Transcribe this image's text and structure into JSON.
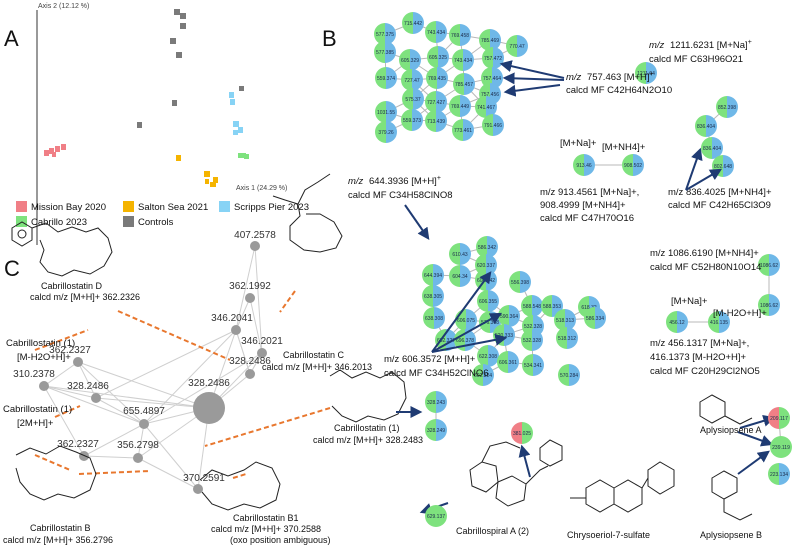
{
  "panel_a": {
    "letter": "A",
    "y_axis_label": "Axis 2 (12.12 %)",
    "x_axis_label": "Axis 1 (24.29 %)",
    "legend": [
      {
        "label": "Mission Bay 2020",
        "color": "#f07f86"
      },
      {
        "label": "Salton Sea 2021",
        "color": "#f5b400"
      },
      {
        "label": "Scripps Pier 2023",
        "color": "#87d3f5"
      },
      {
        "label": "Cabrillo 2023",
        "color": "#7ee27e"
      },
      {
        "label": "Controls",
        "color": "#7a7a7a"
      }
    ]
  },
  "panel_b": {
    "letter": "B",
    "cluster1_nodes": [
      "715.442",
      "577.375",
      "743.434",
      "769.458",
      "785.469",
      "770.47",
      "577.385",
      "605.329",
      "757.472",
      "605.325",
      "743.434",
      "769.435",
      "757.464",
      "559.374",
      "727.47",
      "785.457",
      "757.456",
      "1031.55",
      "575.37",
      "727.427",
      "769.449",
      "741.467",
      "559.373",
      "713.439",
      "791.466",
      "379.26",
      "773.461"
    ],
    "cluster2_nodes": [
      "586.342",
      "610.43",
      "620.337",
      "644.394",
      "604.34",
      "604.342",
      "556.398",
      "638.305",
      "606.355",
      "588.548",
      "588.353",
      "618.32",
      "638.308",
      "606.075",
      "576.368",
      "590.364",
      "532.328",
      "518.313",
      "586.334",
      "602.327",
      "696.378",
      "520.333",
      "532.328",
      "518.312",
      "622.308",
      "606.361",
      "534.341",
      "570.284",
      "602.324"
    ],
    "single_node": "1211.64",
    "pair_nh4_nodes": [
      "913.46",
      "908.502"
    ],
    "chain_nodes": [
      "852.398",
      "836.404",
      "836.404",
      "802.648"
    ],
    "pair_1086_nodes": [
      "1086.62",
      "1086.62"
    ],
    "pair_456_nodes": [
      "456.12",
      "416.135"
    ],
    "annotations": {
      "a1211": {
        "mz": "m/z",
        "value": "1211.6231 [M+Na]",
        "sup": "+",
        "mf": "calcd MF C63H96O21"
      },
      "a757": {
        "mz": "m/z",
        "value": "757.463 [M+H]",
        "sup": "+",
        "mf": "calcd MF C42H64N2O10"
      },
      "a644": {
        "mz": "m/z",
        "value": "644.3936 [M+H]",
        "sup": "+",
        "mf": "calcd MF C34H58ClNO8"
      },
      "a913_head": {
        "na": "[M+Na]+",
        "nh4": "[M+NH4]+"
      },
      "a913": {
        "line1": "m/z 913.4561 [M+Na]+,",
        "line2": "908.4999 [M+NH4]+",
        "mf": "calcd MF C47H70O16"
      },
      "a836": {
        "line1": "m/z 836.4025 [M+NH4]+",
        "mf": "calcd MF C42H65Cl3O9"
      },
      "a1086": {
        "line1": "m/z 1086.6190 [M+NH4]+",
        "mf": "calcd MF C52H80N10O14"
      },
      "a456_head": {
        "na": "[M+Na]+",
        "h2o": "[M-H2O+H]+"
      },
      "a456": {
        "line1": "m/z 456.1317 [M+Na]+,",
        "line2": "416.1373 [M-H2O+H]+",
        "mf": "calcd MF C20H29Cl2NO5"
      },
      "a606": {
        "line1": "m/z 606.3572 [M+H]+",
        "mf": "calcd MF C34H52ClNO6"
      }
    }
  },
  "panel_c": {
    "letter": "C",
    "nodes": [
      "407.2578",
      "362.1992",
      "346.2041",
      "346.2021",
      "362.2327",
      "328.2486",
      "310.2378",
      "328.2486",
      "655.4897",
      "328.2486",
      "362.2327",
      "356.2798",
      "370.2591"
    ],
    "compounds": {
      "cabD": {
        "name": "Cabrillostatin D",
        "calc": "calcd m/z [M+H]+ 362.2326"
      },
      "cabC": {
        "name": "Cabrillostatin C",
        "calc": "calcd m/z [M+H]+ 346.2013"
      },
      "cab1": {
        "name": "Cabrillostatin (1)",
        "calc": "calcd m/z [M+H]+ 328.2483"
      },
      "cabB": {
        "name": "Cabrillostatin B",
        "calc": "calcd m/z [M+H]+ 356.2796"
      },
      "cabB1": {
        "name": "Cabrillostatin B1",
        "calc": "calcd m/z [M+H]+ 370.2588",
        "note": "(oxo position ambiguous)"
      },
      "cab_h2o": {
        "name": "Cabrillostatin (1)",
        "adduct": "[M-H2O+H]+"
      },
      "cab_2m": {
        "name": "Cabrillostatin (1)",
        "adduct": "[2M+H]+"
      }
    },
    "molecular_network_nodes": [
      "328.243",
      "328.249",
      "629.137",
      "381.025",
      "209.117",
      "239.119",
      "223.134"
    ],
    "named_structures": {
      "cabrillospiral": "Cabrillospiral A (2)",
      "chrysoeriol": "Chrysoeriol-7-sulfate",
      "aplysiopsene_a": "Aplysiopsene A",
      "aplysiopsene_b": "Aplysiopsene B"
    }
  }
}
